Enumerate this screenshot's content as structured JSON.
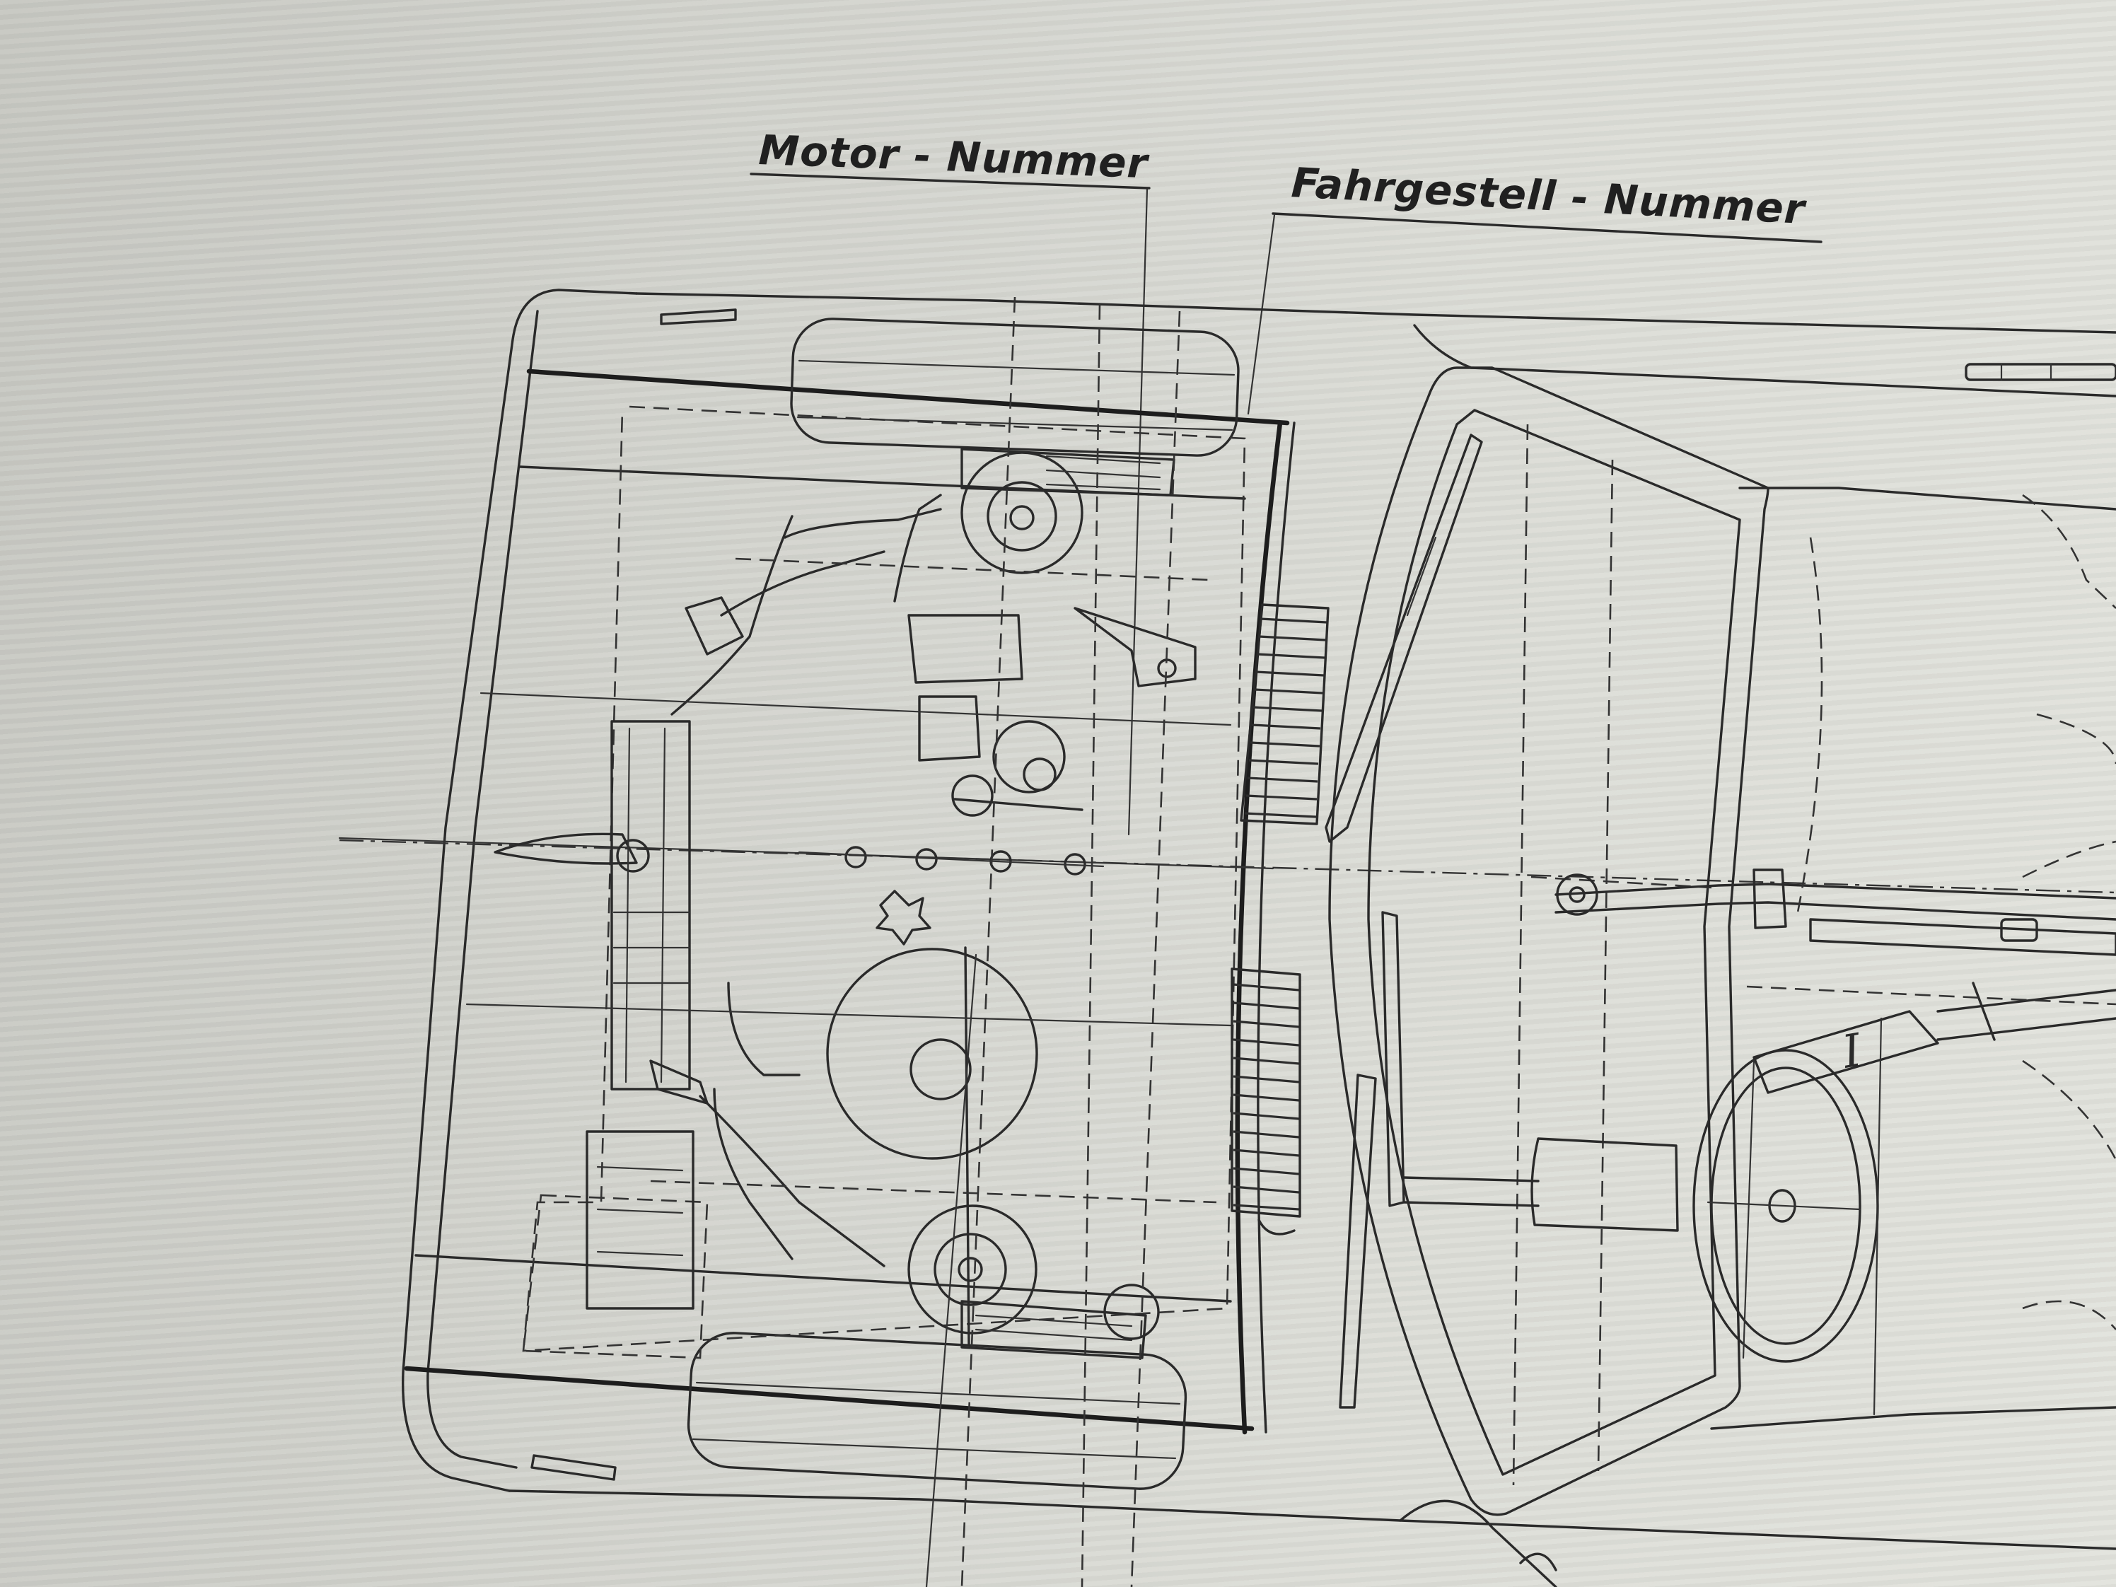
{
  "labels": {
    "engine_number": "Motor - Nummer",
    "chassis_number": "Fahrgestell - Nummer",
    "marker_roman": "I"
  },
  "colors": {
    "paper": "#d5d6d0",
    "ink": "#2a2a2a"
  }
}
